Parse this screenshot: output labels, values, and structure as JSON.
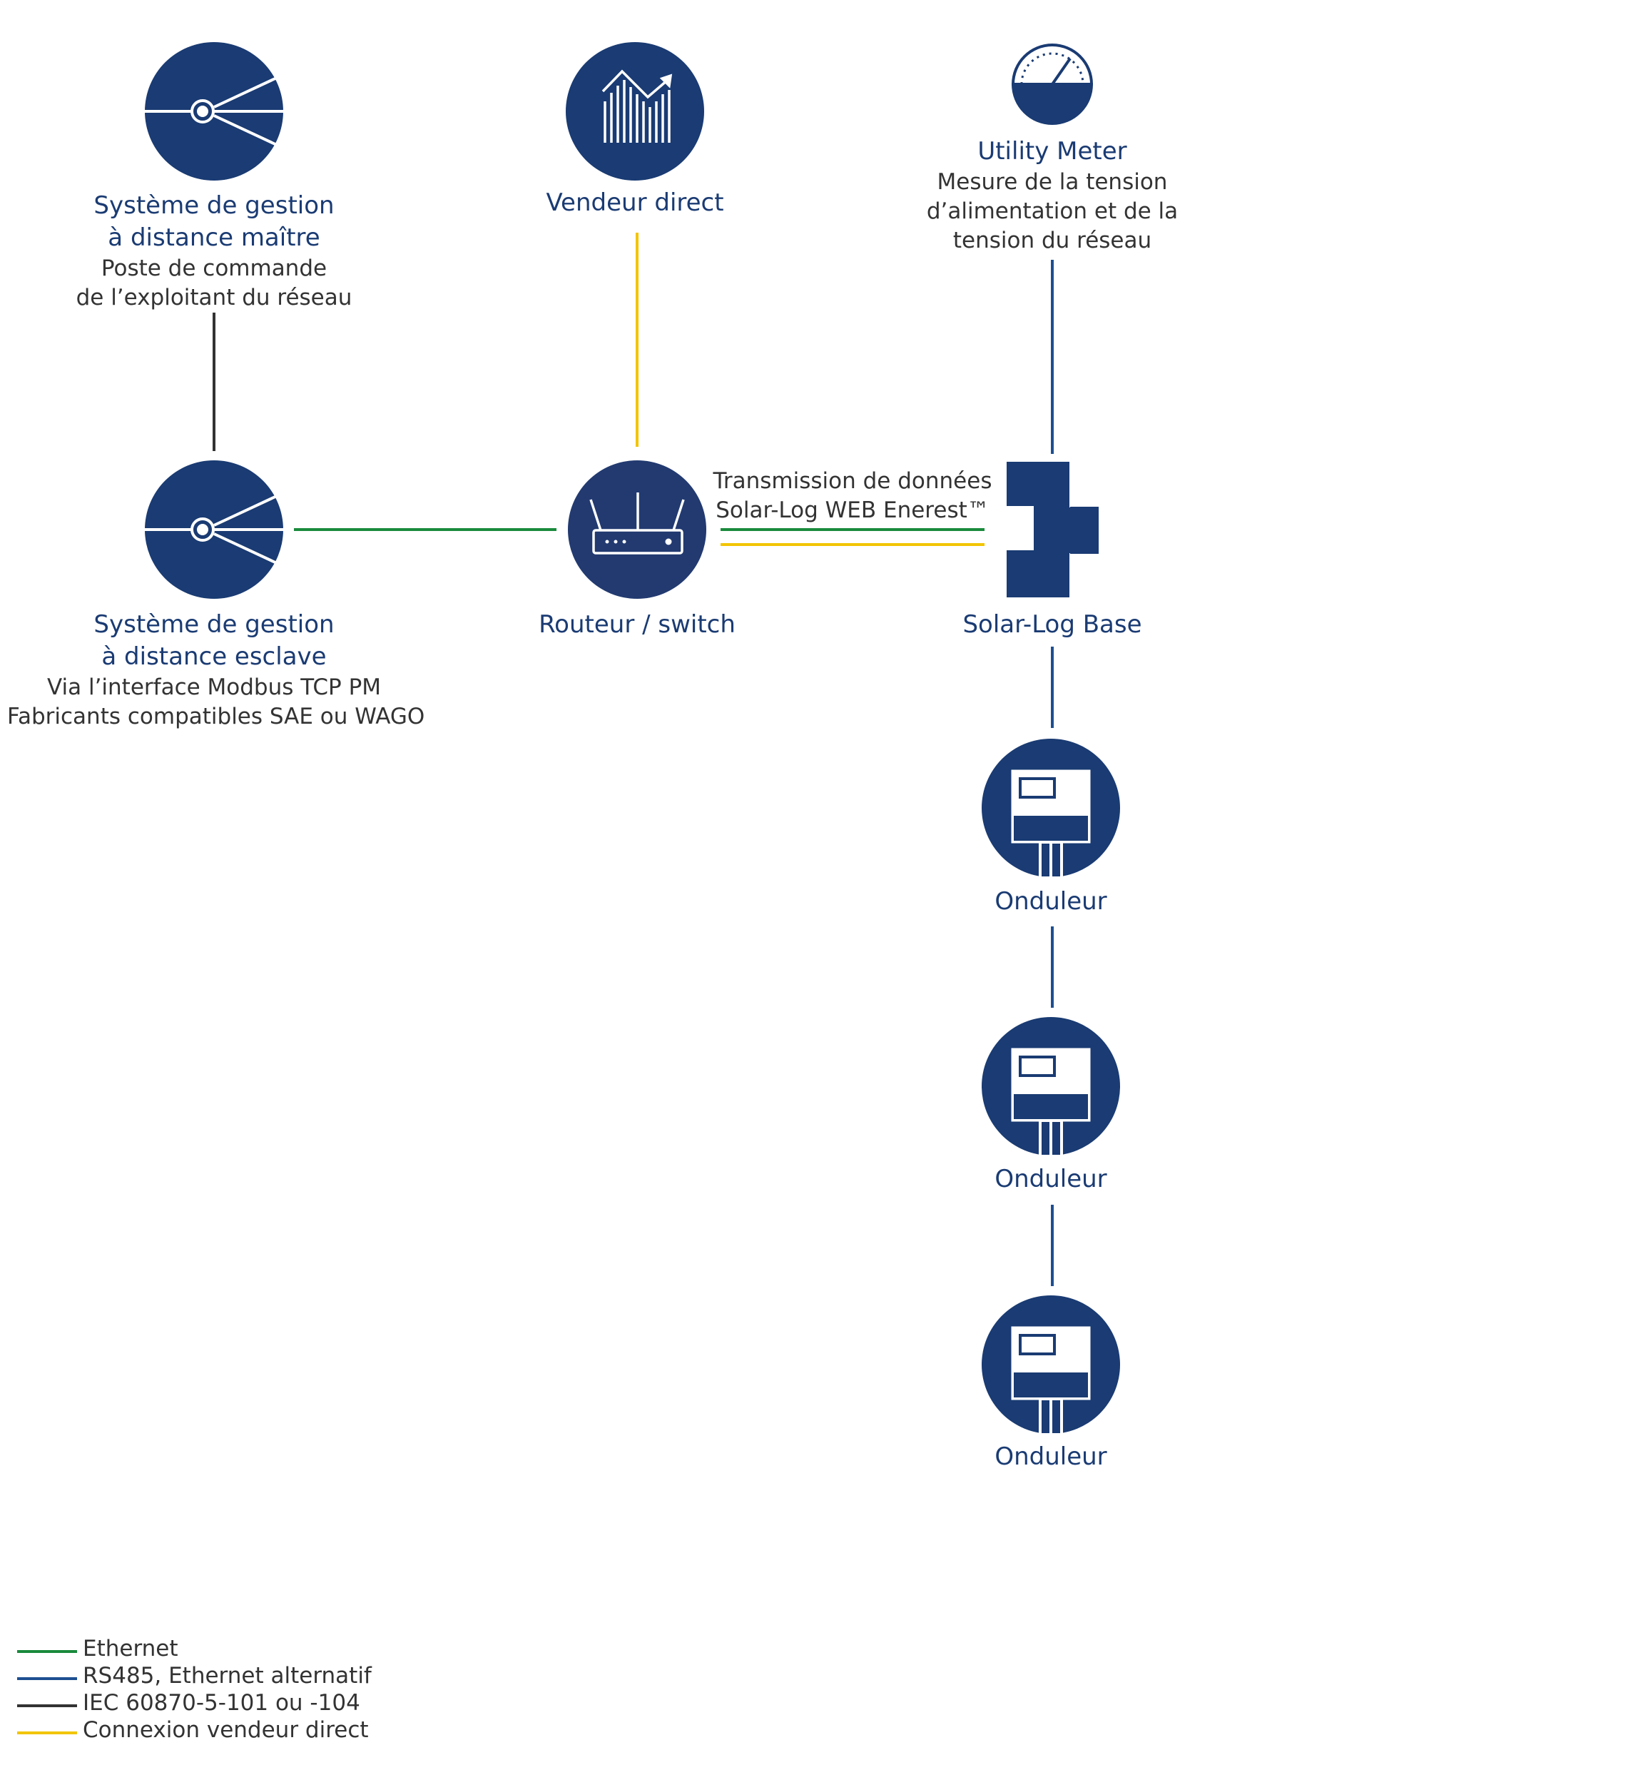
{
  "colors": {
    "node": "#1a3b73",
    "ethernet": "#1a8a3c",
    "rs485": "#1d4f91",
    "iec": "#333333",
    "vendor": "#f2c500"
  },
  "nodes": {
    "master": {
      "title_1": "Système de gestion",
      "title_2": "à distance maître",
      "sub_1": "Poste de commande",
      "sub_2": "de l’exploitant du réseau",
      "icon": "radar-icon"
    },
    "vendor": {
      "title_1": "Vendeur direct",
      "icon": "bar-chart-trend-icon"
    },
    "meter": {
      "title_1": "Utility Meter",
      "sub_1": "Mesure de la tension",
      "sub_2": "d’alimentation et de la",
      "sub_3": "tension du réseau",
      "icon": "gauge-icon"
    },
    "slave": {
      "title_1": "Système de gestion",
      "title_2": "à distance esclave",
      "sub_1": "Via l’interface Modbus TCP PM",
      "sub_2": "Fabricants compatibles SAE ou WAGO",
      "icon": "radar-icon"
    },
    "router": {
      "title_1": "Routeur / switch",
      "icon": "router-icon"
    },
    "solarlog": {
      "title_1": "Solar-Log Base",
      "icon": "solar-log-device-icon"
    },
    "inverter_1": {
      "title_1": "Onduleur",
      "icon": "inverter-icon"
    },
    "inverter_2": {
      "title_1": "Onduleur",
      "icon": "inverter-icon"
    },
    "inverter_3": {
      "title_1": "Onduleur",
      "icon": "inverter-icon"
    }
  },
  "transmission": {
    "line_1": "Transmission de données",
    "line_2": "Solar-Log WEB Enerest™"
  },
  "legend": [
    {
      "label": "Ethernet",
      "color": "#1a8a3c"
    },
    {
      "label": "RS485, Ethernet alternatif",
      "color": "#1d4f91"
    },
    {
      "label": "IEC 60870-5-101 ou -104",
      "color": "#333333"
    },
    {
      "label": "Connexion vendeur direct",
      "color": "#f2c500"
    }
  ]
}
